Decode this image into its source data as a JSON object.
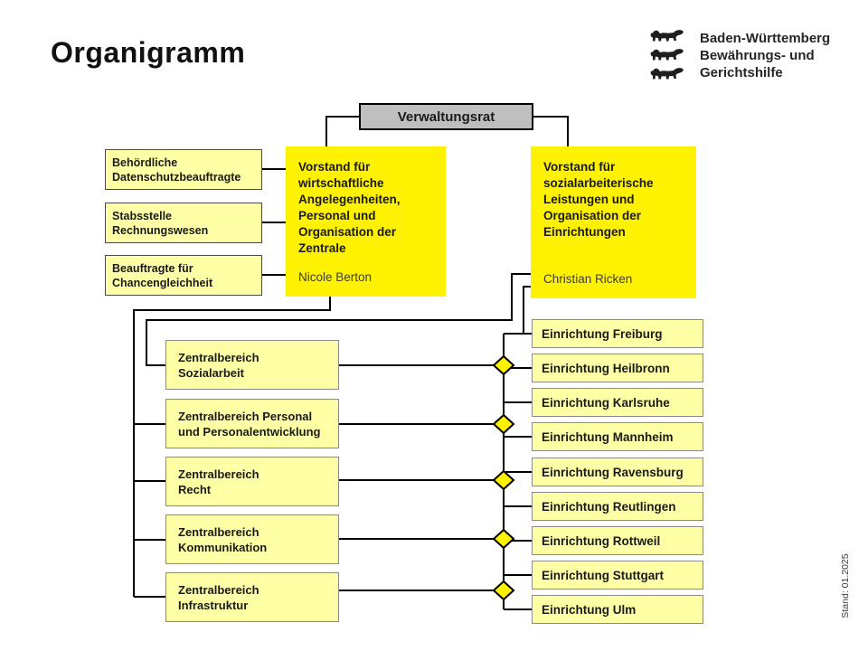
{
  "page": {
    "title": "Organigramm",
    "stand": "Stand: 01.2025"
  },
  "logo": {
    "text": "Baden-Württemberg\nBewährungs- und\nGerichtshilfe",
    "icon": "bw-three-lions-coat-of-arms"
  },
  "board": {
    "label": "Verwaltungsrat"
  },
  "vorstand_left": {
    "title": "Vorstand für\nwirtschaftliche\nAngelegenheiten,\nPersonal und\nOrganisation der\nZentrale",
    "name": "Nicole Berton"
  },
  "vorstand_right": {
    "title": "Vorstand für\nsozialarbeiterische\nLeistungen und\nOrganisation der\nEinrichtungen",
    "name": "Christian Ricken"
  },
  "staff_units": [
    {
      "label": "Behördliche\nDatenschutzbeauftragte"
    },
    {
      "label": "Stabsstelle\nRechnungswesen"
    },
    {
      "label": "Beauftragte für\nChancengleichheit"
    }
  ],
  "zentralbereiche": [
    {
      "label": "Zentralbereich\nSozialarbeit"
    },
    {
      "label": "Zentralbereich Personal\nund Personalentwicklung"
    },
    {
      "label": "Zentralbereich\nRecht"
    },
    {
      "label": "Zentralbereich\nKommunikation"
    },
    {
      "label": "Zentralbereich\nInfrastruktur"
    }
  ],
  "einrichtungen": [
    {
      "label": "Einrichtung Freiburg"
    },
    {
      "label": "Einrichtung Heilbronn"
    },
    {
      "label": "Einrichtung Karlsruhe"
    },
    {
      "label": "Einrichtung Mannheim"
    },
    {
      "label": "Einrichtung Ravensburg"
    },
    {
      "label": "Einrichtung Reutlingen"
    },
    {
      "label": "Einrichtung Rottweil"
    },
    {
      "label": "Einrichtung Stuttgart"
    },
    {
      "label": "Einrichtung Ulm"
    }
  ],
  "colors": {
    "accent_yellow": "#fff200",
    "pale_yellow": "#ffffa6",
    "board_gray": "#bfbfbf",
    "line_black": "#000000"
  }
}
